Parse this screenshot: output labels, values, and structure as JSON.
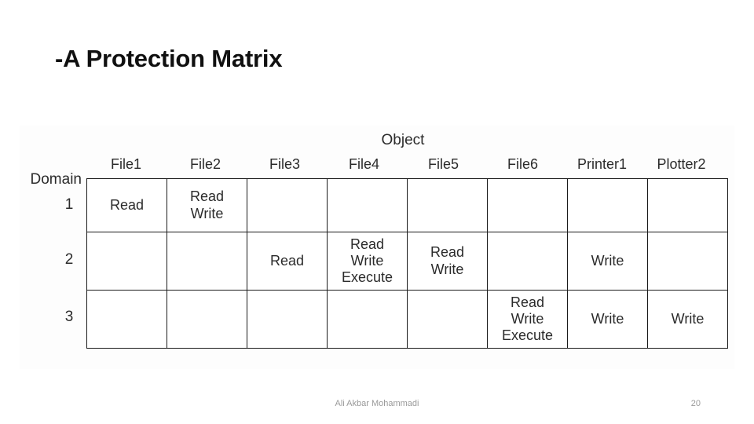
{
  "slide": {
    "title": "-A Protection Matrix",
    "figure": {
      "object_label": "Object",
      "domain_label": "Domain",
      "columns": [
        "File1",
        "File2",
        "File3",
        "File4",
        "File5",
        "File6",
        "Printer1",
        "Plotter2"
      ],
      "row_labels": [
        "1",
        "2",
        "3"
      ],
      "rows": [
        [
          "Read",
          "Read\nWrite",
          "",
          "",
          "",
          "",
          "",
          ""
        ],
        [
          "",
          "",
          "Read",
          "Read\nWrite\nExecute",
          "Read\nWrite",
          "",
          "Write",
          ""
        ],
        [
          "",
          "",
          "",
          "",
          "",
          "Read\nWrite\nExecute",
          "Write",
          "Write"
        ]
      ]
    }
  },
  "footer": {
    "author": "Ali Akbar Mohammadi",
    "page_number": "20"
  },
  "colors": {
    "text": "#2b2b2b",
    "title": "#101010",
    "border": "#1a1a1a",
    "footer": "#9a9a9a",
    "figure_bg": "#fdfdfd"
  }
}
